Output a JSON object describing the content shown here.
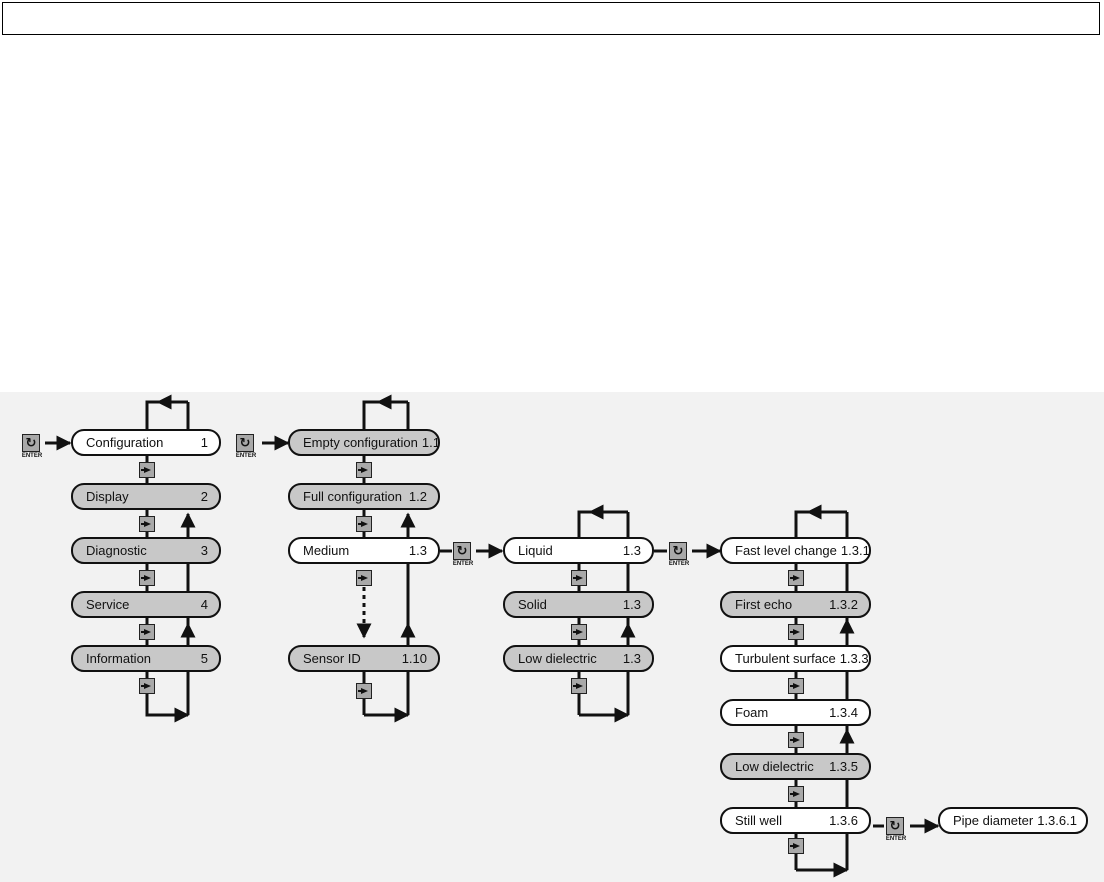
{
  "title_bar": {
    "text": ""
  },
  "diagram": {
    "enter_label": "ENTER",
    "enter_symbol": "↻",
    "columns": [
      {
        "items": [
          {
            "label": "Configuration",
            "number": "1"
          },
          {
            "label": "Display",
            "number": "2"
          },
          {
            "label": "Diagnostic",
            "number": "3"
          },
          {
            "label": "Service",
            "number": "4"
          },
          {
            "label": "Information",
            "number": "5"
          }
        ]
      },
      {
        "items": [
          {
            "label": "Empty configuration",
            "number": "1.1"
          },
          {
            "label": "Full configuration",
            "number": "1.2"
          },
          {
            "label": "Medium",
            "number": "1.3"
          },
          {
            "label": "Sensor ID",
            "number": "1.10"
          }
        ]
      },
      {
        "items": [
          {
            "label": "Liquid",
            "number": "1.3"
          },
          {
            "label": "Solid",
            "number": "1.3"
          },
          {
            "label": "Low dielectric",
            "number": "1.3"
          }
        ]
      },
      {
        "items": [
          {
            "label": "Fast level change",
            "number": "1.3.1"
          },
          {
            "label": "First echo",
            "number": "1.3.2"
          },
          {
            "label": "Turbulent surface",
            "number": "1.3.3"
          },
          {
            "label": "Foam",
            "number": "1.3.4"
          },
          {
            "label": "Low dielectric",
            "number": "1.3.5"
          },
          {
            "label": "Still well",
            "number": "1.3.6"
          }
        ]
      },
      {
        "items": [
          {
            "label": "Pipe diameter",
            "number": "1.3.6.1"
          }
        ]
      }
    ],
    "colors": {
      "selected_fill": "#ffffff",
      "item_fill": "#c8c8c8",
      "key_fill": "#a9a9a9",
      "line": "#111111"
    }
  }
}
